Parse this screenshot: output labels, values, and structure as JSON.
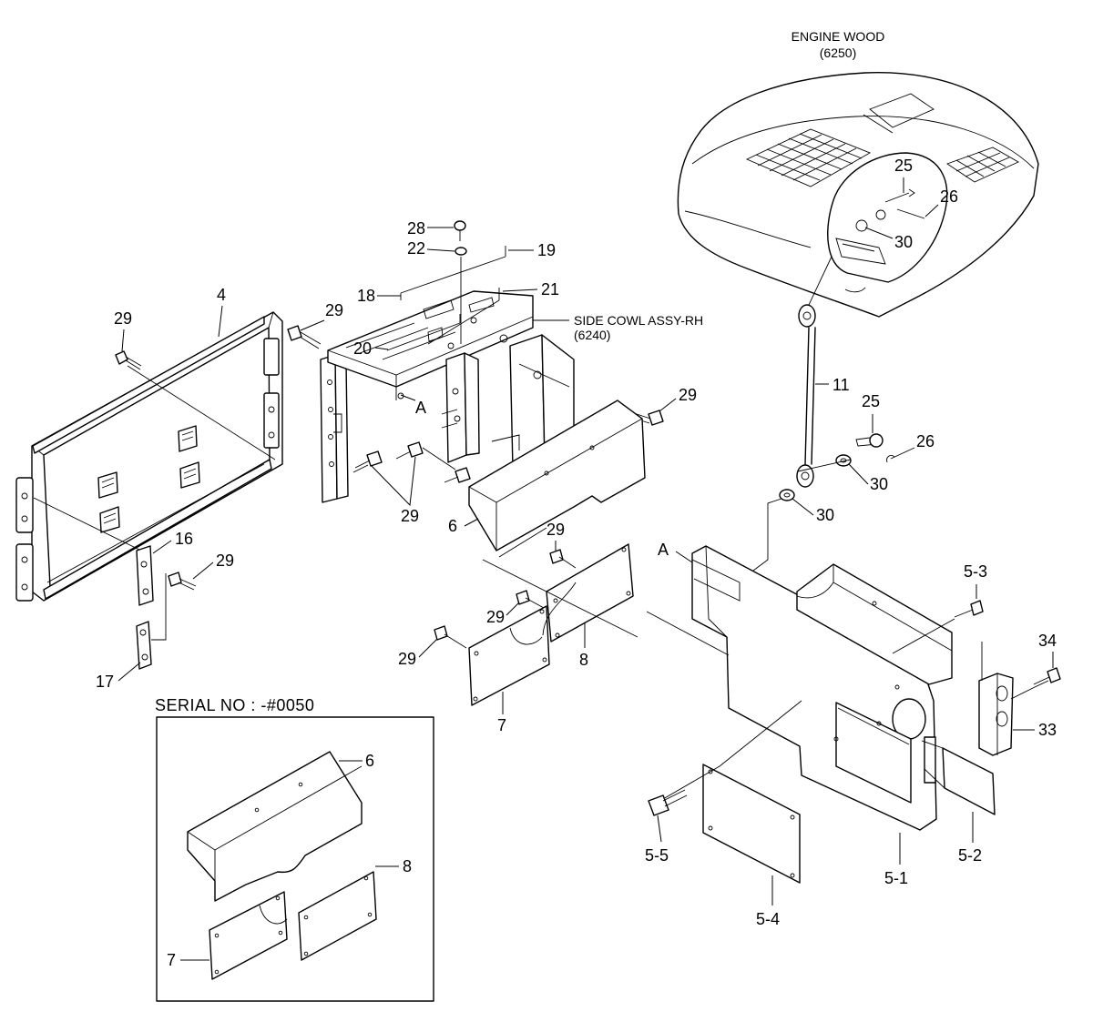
{
  "diagram": {
    "refs": {
      "engine_hood": "ENGINE WOOD",
      "engine_hood_code": "(6250)",
      "side_cowl": "SIDE COWL ASSY-RH",
      "side_cowl_code": "(6240)",
      "serial": "SERIAL NO : -#0050"
    },
    "callouts": {
      "p4": "4",
      "p5_1": "5-1",
      "p5_2": "5-2",
      "p5_3": "5-3",
      "p5_4": "5-4",
      "p5_5": "5-5",
      "p6": "6",
      "p7": "7",
      "p8": "8",
      "p11": "11",
      "p16": "16",
      "p17": "17",
      "p18": "18",
      "p19": "19",
      "p20": "20",
      "p21": "21",
      "p22": "22",
      "p25": "25",
      "p26": "26",
      "p28": "28",
      "p29": "29",
      "p30": "30",
      "p33": "33",
      "p34": "34",
      "view_a": "A"
    },
    "inset": {
      "p6": "6",
      "p7": "7",
      "p8": "8"
    }
  }
}
